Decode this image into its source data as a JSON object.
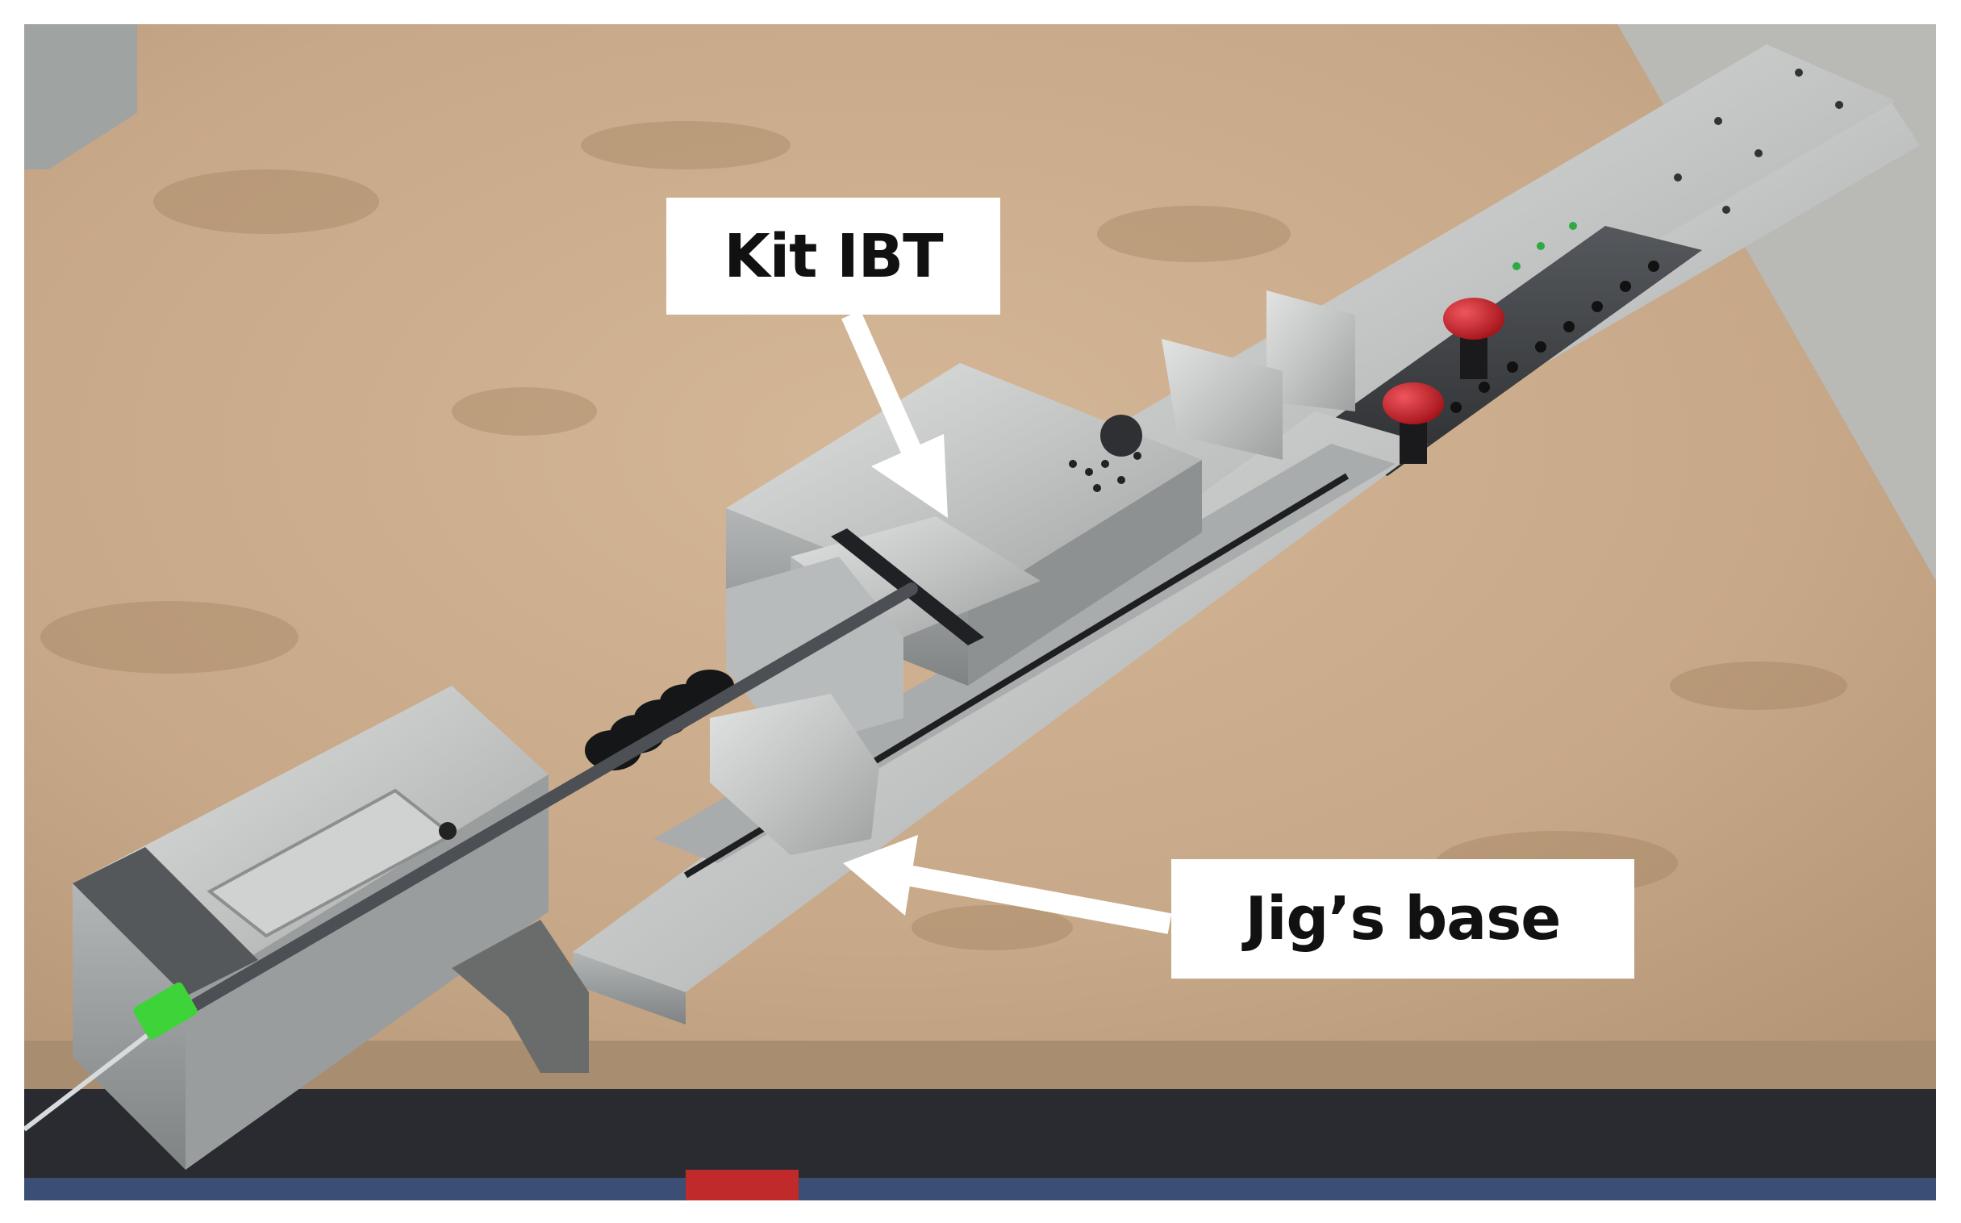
{
  "figure": {
    "callouts": [
      {
        "id": "kit",
        "text": "Kit IBT"
      },
      {
        "id": "base",
        "text": "Jig’s base"
      }
    ]
  },
  "colors": {
    "workbench": "#c7a888",
    "metal": "#c3c5c4",
    "dark_plate": "#3a3c3f",
    "stop_button": "#d4202a",
    "cable_tip": "#3fd33a",
    "floor": "#b7b7b3",
    "bench_frame": "#2a2b30"
  }
}
